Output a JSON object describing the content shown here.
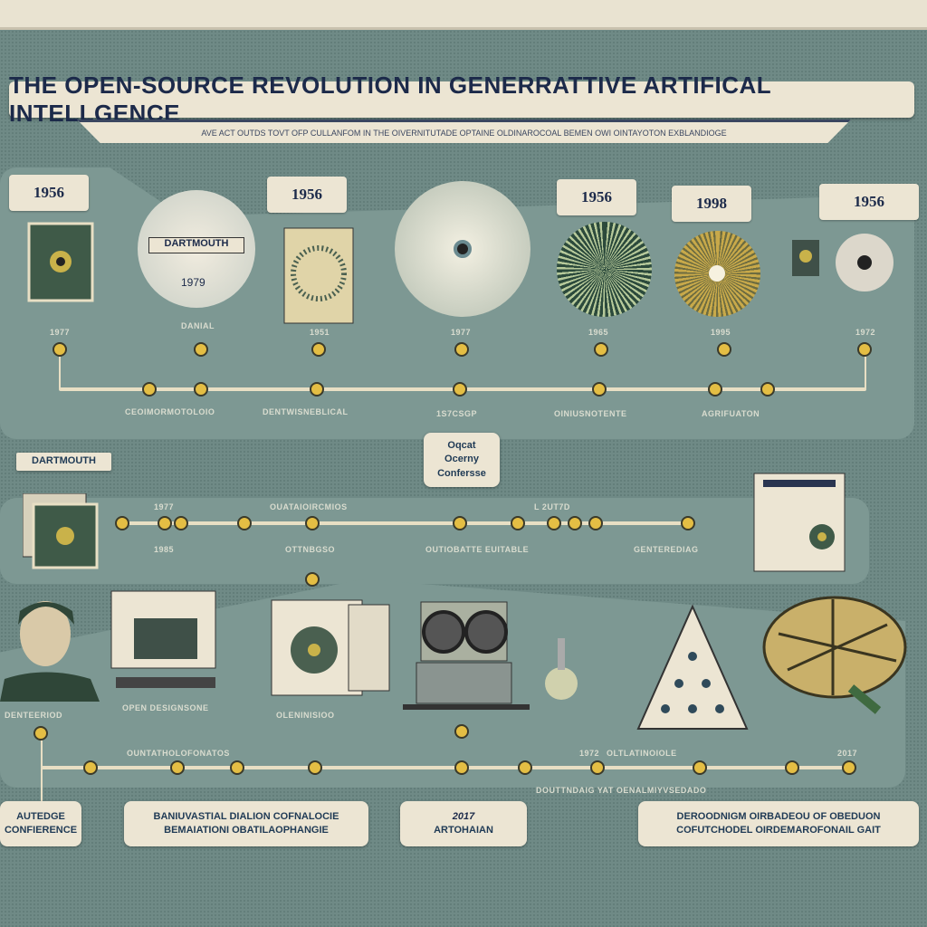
{
  "title": "THE OPEN-SOURCE REVOLUTION IN GENERRATTIVE ARTIFICAL INTELLGENCE",
  "subtitle": "AVE ACT OUTDS TOVT OFP CULLANFOM IN THE OIVERNITUTADE OPTAINE OLDINAROCOAL BEMEN OWI OINTAYOTON EXBLANDIOGE",
  "years": [
    "1956",
    "1956",
    "1956",
    "1998",
    "1956"
  ],
  "row1": {
    "top_labels": [
      "1977",
      "DANIAL",
      "1951",
      "1977",
      "1965",
      "1995",
      "1972"
    ],
    "bottom_labels": [
      "CEOIMORMOTOLOIO",
      "DENTWISNEBLICAL",
      "1S7CSGP",
      "OINIUSNOTENTE",
      "AGRIFUATON"
    ]
  },
  "row2": {
    "tag": "DARTMOUTH",
    "callout": [
      "Oqcat",
      "Ocerny",
      "Confersse"
    ],
    "top_labels": [
      "1977",
      "OUATAIOIRCMIOS",
      "L 2UT7D"
    ],
    "bottom_labels": [
      "1985",
      "OTTNBGSO",
      "OUTIOBATTE EUITABLE",
      "GENTEREDIAG"
    ]
  },
  "row3": {
    "top_labels": [
      "DENTEERIOD",
      "OPEN DESIGNSONE",
      "OLENINISIOO",
      "1972",
      "2017"
    ],
    "bottom_labels": [
      "OUNTATHOLOFONATOS",
      "OLTLATINOIOLE",
      "DOUTTNDAIG YAT OENALMIYVSEDADO"
    ]
  },
  "boxes": [
    [
      "AUTEDGE",
      "CONFIERENCE"
    ],
    [
      "BANIUVASTIAL DIALION COFNALOCIE",
      "BEMAIATIONI OBATILAOPHANGIE"
    ],
    [
      "2017",
      "ARTOHAIAN"
    ],
    [
      "DEROODNIGM OIRBADEOU OF OBEDUON",
      "COFUTCHODEL OIRDEMAROFONAIL GAIT"
    ]
  ],
  "medallion_label": "DARTMOUTH",
  "medallion_year": "1979",
  "colors": {
    "background": "#6f8a86",
    "panel": "#7d9893",
    "cream": "#ece5d3",
    "navy": "#1c2a4a",
    "dot": "#e4be44"
  }
}
